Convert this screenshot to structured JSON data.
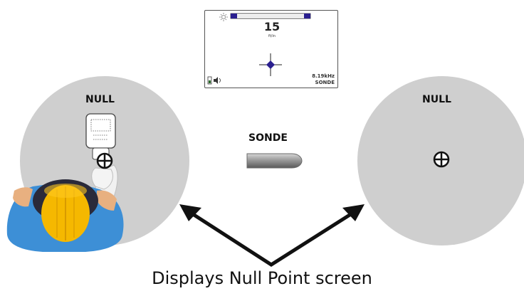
{
  "screen": {
    "depth_value": "15",
    "depth_unit": "ft/in",
    "frequency": "8.19kHz",
    "mode": "SONDE",
    "signal_bar_fill": 1.0,
    "icons": [
      "sun-icon",
      "battery-icon",
      "speaker-icon",
      "crosshair-target-icon"
    ]
  },
  "left_circle": {
    "label": "NULL",
    "icon": "crosshair-target-icon"
  },
  "right_circle": {
    "label": "NULL",
    "icon": "crosshair-target-icon"
  },
  "sonde": {
    "label": "SONDE"
  },
  "caption": "Displays Null Point screen",
  "colors": {
    "circle_fill": "#cfcfcf",
    "signal_bar": "#2a1f8f",
    "target_point": "#2a1f8f",
    "helmet": "#f5b800",
    "shirt": "#3d8fd6",
    "skin": "#e8b080",
    "sonde": "#8a8a8a"
  }
}
